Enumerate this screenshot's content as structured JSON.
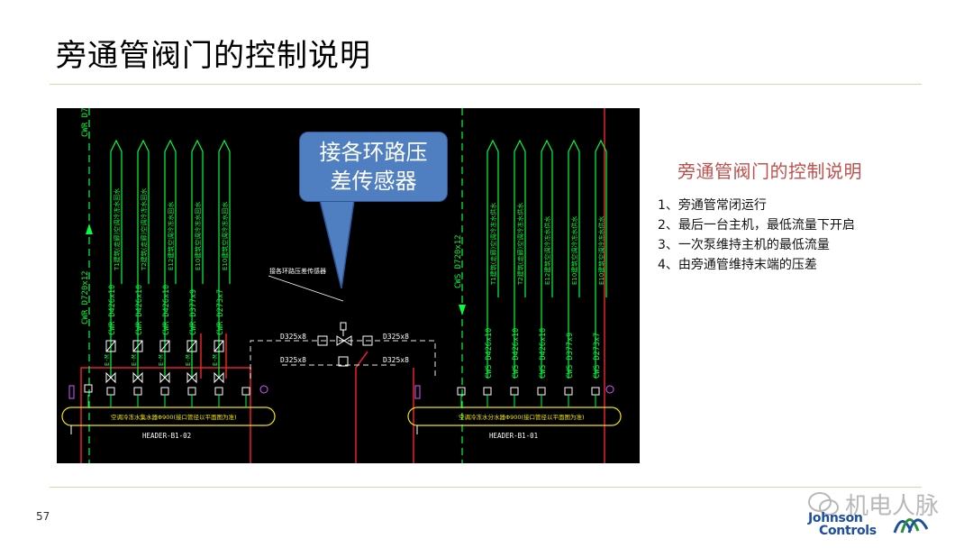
{
  "slide": {
    "title": "旁通管阀门的控制说明",
    "page_number": "57"
  },
  "callout": {
    "line1": "接各环路压",
    "line2": "差传感器"
  },
  "panel": {
    "heading": "旁通管阀门的控制说明",
    "points": [
      "1、旁通管常闭运行",
      "2、最后一台主机，最低流量下开启",
      "3、一次泵维持主机的最低流量",
      "4、由旁通管维持末端的压差"
    ]
  },
  "drawing": {
    "left_main_label": "CWR D720x12",
    "left_top_label": "CWR D7",
    "right_main_label": "CWS D720x12",
    "left_branch_labels": [
      "CWR D426x10",
      "CWR D426x10",
      "CWR D426x10",
      "CWR D377x9",
      "CWR D273x7"
    ],
    "right_branch_labels": [
      "CWS D426x10",
      "CWS D426x10",
      "CWS D426x10",
      "CWS D377x9",
      "CWS D273x7"
    ],
    "left_riser_labels": [
      "T1建筑(走廊)空调冷冻水回水",
      "T2建筑(走廊)空调冷冻水回水",
      "E12建筑空调冷冻水回水",
      "E10建筑空调冷冻水回水",
      "E10建筑空调冷冻水回水"
    ],
    "right_riser_labels": [
      "T1建筑(走廊)空调冷冻水供水",
      "T2建筑(走廊)空调冷冻水供水",
      "E12建筑空调冷冻水供水",
      "E10建筑空调冷冻水供水",
      "E10建筑空调冷冻水供水"
    ],
    "valve_tag": "E-M",
    "bypass_labels": [
      "D325x8",
      "D325x8",
      "D325x8",
      "D325x8"
    ],
    "sensor_note": "接各环路压差传感器",
    "left_header_note": "空调冷冻水集水器Φ900(接口管径以平面图为准)",
    "right_header_note": "空调冷冻水分水器Φ900(接口管径以平面图为准)",
    "left_header_name": "HEADER-B1-02",
    "right_header_name": "HEADER-B1-01"
  },
  "watermark": {
    "text": "机电人脉"
  },
  "logo": {
    "line1": "Johnson",
    "line2": "Controls"
  },
  "colors": {
    "title_rule": "#c7e0a8",
    "panel_heading": "#c0504d",
    "callout_fill": "#4f7fc1",
    "pipe_green": "#00ff3c",
    "pipe_red": "#e8202a",
    "pipe_white": "#e8e8e8",
    "header_yellow": "#f2e600"
  }
}
